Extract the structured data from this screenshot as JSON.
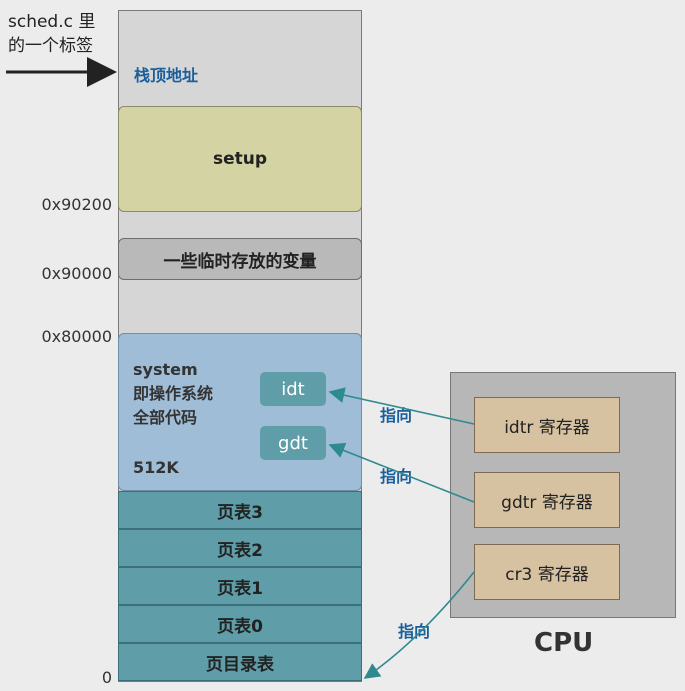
{
  "note": {
    "line1": "sched.c 里",
    "line2": "的一个标签"
  },
  "stack_top_label": "栈顶地址",
  "setup_label": "setup",
  "vars_label": "一些临时存放的变量",
  "system": {
    "line1": "system",
    "line2": "即操作系统",
    "line3": "全部代码",
    "size": "512K",
    "idt": "idt",
    "gdt": "gdt"
  },
  "pages": [
    "页表3",
    "页表2",
    "页表1",
    "页表0",
    "页目录表"
  ],
  "addresses": {
    "a90200": "0x90200",
    "a90000": "0x90000",
    "a80000": "0x80000",
    "a0": "0"
  },
  "cpu": {
    "label": "CPU",
    "registers": [
      "idtr 寄存器",
      "gdtr 寄存器",
      "cr3 寄存器"
    ]
  },
  "arrow_labels": [
    "指向",
    "指向",
    "指向"
  ],
  "colors": {
    "blue_label": "#1b5e9c",
    "teal": "#5f9ea8",
    "arrow": "#2f8a8f"
  }
}
